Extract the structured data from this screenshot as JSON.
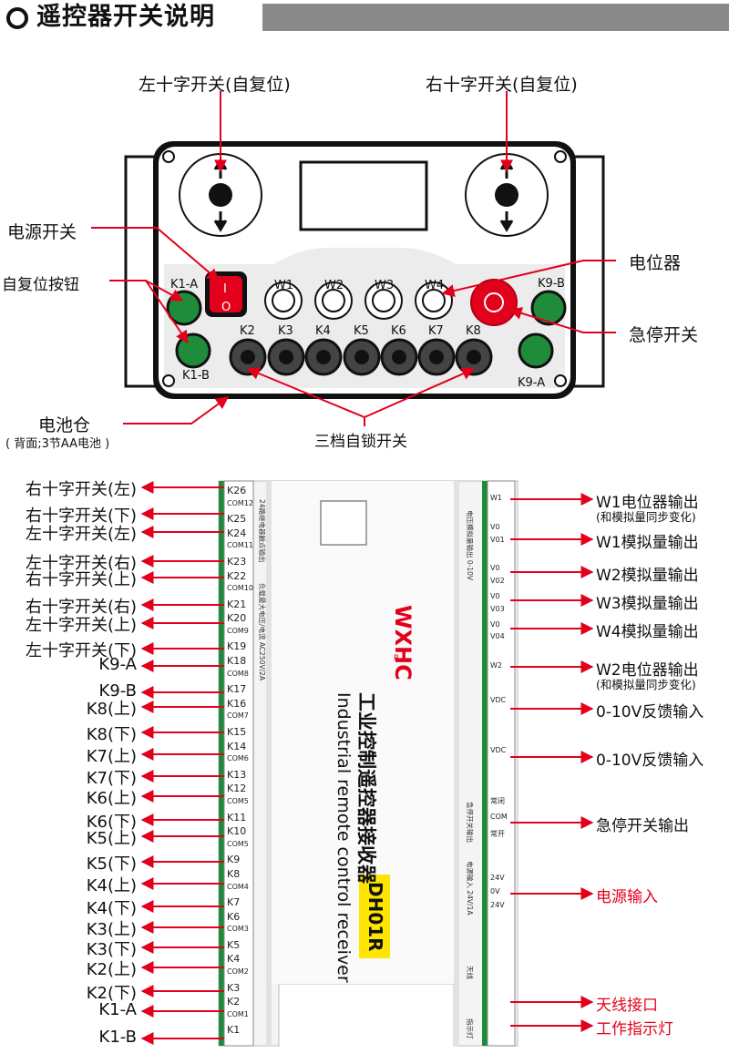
{
  "header": {
    "title": "遥控器开关说明"
  },
  "remote": {
    "left_cross": "左十字开关(自复位)",
    "right_cross": "右十字开关(自复位)",
    "power_switch": "电源开关",
    "self_reset_btn": "自复位按钮",
    "potentiometer": "电位器",
    "estop": "急停开关",
    "battery": "电池仓",
    "battery_note": "( 背面;3节AA电池 )",
    "three_pos": "三档自锁开关",
    "k1a": "K1-A",
    "k1b": "K1-B",
    "k9a": "K9-A",
    "k9b": "K9-B",
    "power_i": "I",
    "power_o": "O",
    "knobs": [
      "W1",
      "W2",
      "W3",
      "W4"
    ],
    "toggles": [
      "K2",
      "K3",
      "K4",
      "K5",
      "K6",
      "K7",
      "K8"
    ]
  },
  "receiver": {
    "brand": "WXHC",
    "brand_r": "R",
    "name_cn": "工业控制遥控器接收器",
    "name_en": "Industrial remote control receiver",
    "model": "DH01R",
    "left_terminals": [
      "K26",
      "COM12",
      "K25",
      "K24",
      "COM11",
      "K23",
      "K22",
      "COM10",
      "K21",
      "K20",
      "COM9",
      "K19",
      "K18",
      "COM8",
      "K17",
      "K16",
      "COM7",
      "K15",
      "K14",
      "COM6",
      "K13",
      "K12",
      "COM5",
      "K11",
      "K10",
      "COM5",
      "K9",
      "K8",
      "COM4",
      "K7",
      "K6",
      "COM3",
      "K5",
      "K4",
      "COM2",
      "K3",
      "K2",
      "COM1",
      "K1"
    ],
    "left_labels": [
      "右十字开关(左)",
      "右十字开关(下)",
      "左十字开关(左)",
      "左十字开关(右)",
      "右十字开关(上)",
      "右十字开关(右)",
      "左十字开关(上)",
      "左十字开关(下)",
      "K9-A",
      "K9-B",
      "K8(上)",
      "K8(下)",
      "K7(上)",
      "K7(下)",
      "K6(上)",
      "K6(下)",
      "K5(上)",
      "K5(下)",
      "K4(上)",
      "K4(下)",
      "K3(上)",
      "K3(下)",
      "K2(上)",
      "K2(下)",
      "K1-A",
      "K1-B"
    ],
    "right_labels": [
      {
        "text": "W1电位器输出",
        "sub": "(和模拟量同步变化)",
        "red": false
      },
      {
        "text": "W1模拟量输出",
        "sub": "",
        "red": false
      },
      {
        "text": "W2模拟量输出",
        "sub": "",
        "red": false
      },
      {
        "text": "W3模拟量输出",
        "sub": "",
        "red": false
      },
      {
        "text": "W4模拟量输出",
        "sub": "",
        "red": false
      },
      {
        "text": "W2电位器输出",
        "sub": "(和模拟量同步变化)",
        "red": false
      },
      {
        "text": "0-10V反馈输入",
        "sub": "",
        "red": false
      },
      {
        "text": "0-10V反馈输入",
        "sub": "",
        "red": false
      },
      {
        "text": "急停开关输出",
        "sub": "",
        "red": false
      },
      {
        "text": "电源输入",
        "sub": "",
        "red": true
      },
      {
        "text": "天线接口",
        "sub": "",
        "red": true
      },
      {
        "text": "工作指示灯",
        "sub": "",
        "red": true
      }
    ],
    "right_terms": [
      "W1",
      "V0",
      "V01",
      "V0",
      "V02",
      "V0",
      "V03",
      "V0",
      "V04",
      "W2",
      "VDC",
      "VDC",
      "常闭",
      "COM",
      "常开",
      "24V",
      "0V",
      "24V"
    ],
    "side_notes": [
      "24路继电器触点输出",
      "负载最大电压/电流 AC250V/2A",
      "电压模拟量输出 0-10V",
      "急停开关输出",
      "电源输入 24V/1A",
      "天线",
      "指示灯"
    ]
  },
  "colors": {
    "red": "#e3001b",
    "green": "#1e8c3a",
    "orange": "#f08a00",
    "yellow": "#ffe600"
  }
}
